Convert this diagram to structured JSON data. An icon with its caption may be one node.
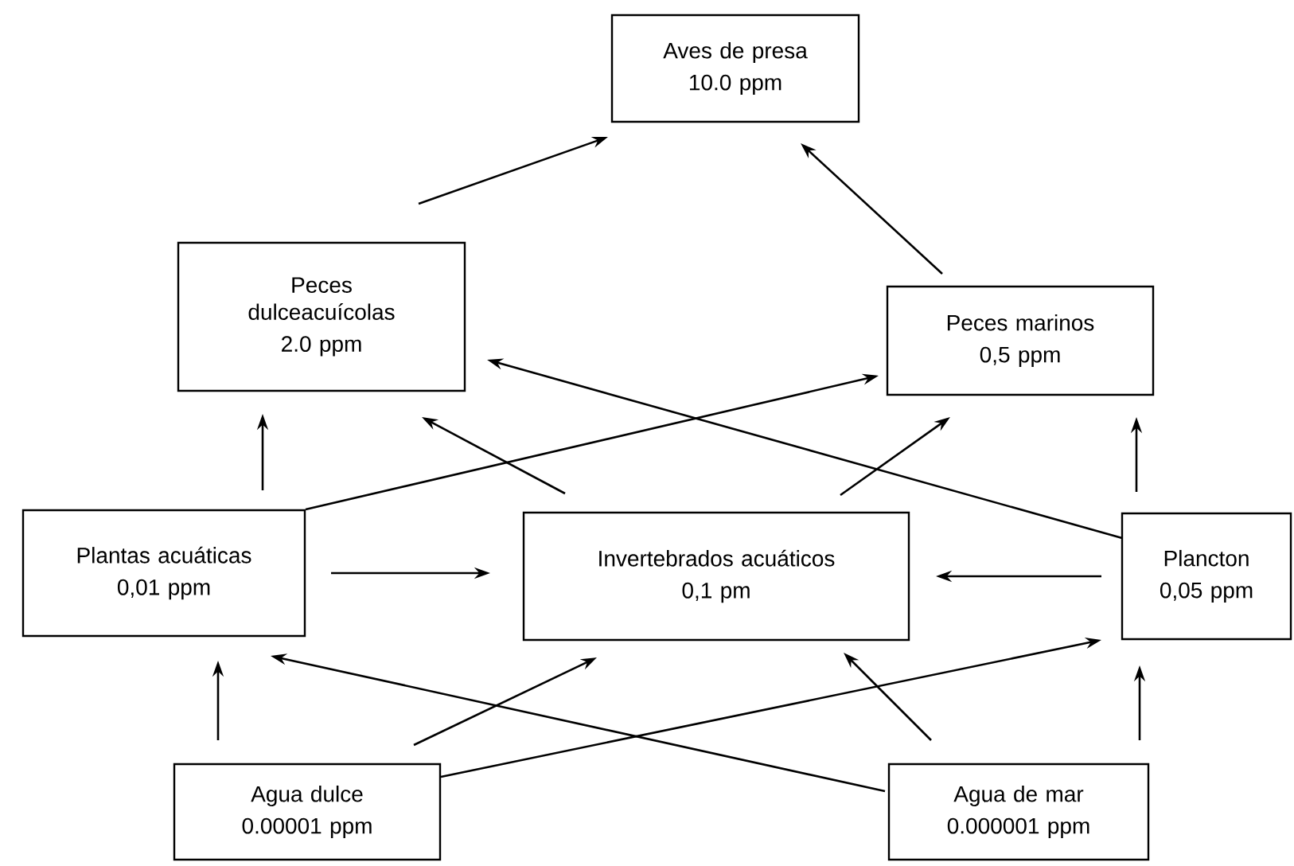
{
  "diagram": {
    "nodes": [
      {
        "text": [
          "Aves de presa",
          "10.0 ppm"
        ]
      },
      {
        "text": [
          "Peces dulceacuícolas",
          "2.0 ppm"
        ]
      },
      {
        "text": [
          "Peces marinos",
          "0,5 ppm"
        ]
      },
      {
        "text": [
          "Plantas acuáticas",
          "0,01 ppm"
        ]
      },
      {
        "text": [
          "Invertebrados acuáticos",
          "0,1 pm"
        ]
      },
      {
        "text": [
          "Plancton",
          "0,05 ppm"
        ]
      },
      {
        "text": [
          "Agua dulce",
          "0.00001 ppm"
        ]
      },
      {
        "text": [
          "Agua de mar",
          "0.000001 ppm"
        ]
      }
    ],
    "edges": [
      {
        "from": 1,
        "to": 0,
        "arrow": "to"
      },
      {
        "from": 2,
        "to": 0,
        "arrow": "to"
      },
      {
        "from": 3,
        "to": 1,
        "arrow": "to"
      },
      {
        "from": 4,
        "to": 1,
        "arrow": "to"
      },
      {
        "from": 3,
        "to": 2,
        "arrow": "to"
      },
      {
        "from": 5,
        "to": 1,
        "arrow": "to"
      },
      {
        "from": 4,
        "to": 2,
        "arrow": "to"
      },
      {
        "from": 5,
        "to": 2,
        "arrow": "to"
      },
      {
        "from": 3,
        "to": 4,
        "arrow": "to"
      },
      {
        "from": 5,
        "to": 4,
        "arrow": "to"
      },
      {
        "from": 6,
        "to": 3,
        "arrow": "to"
      },
      {
        "from": 7,
        "to": 3,
        "arrow": "to"
      },
      {
        "from": 6,
        "to": 4,
        "arrow": "to"
      },
      {
        "from": 6,
        "to": 5,
        "arrow": "to"
      },
      {
        "from": 7,
        "to": 4,
        "arrow": "to"
      },
      {
        "from": 7,
        "to": 5,
        "arrow": "to"
      }
    ]
  }
}
